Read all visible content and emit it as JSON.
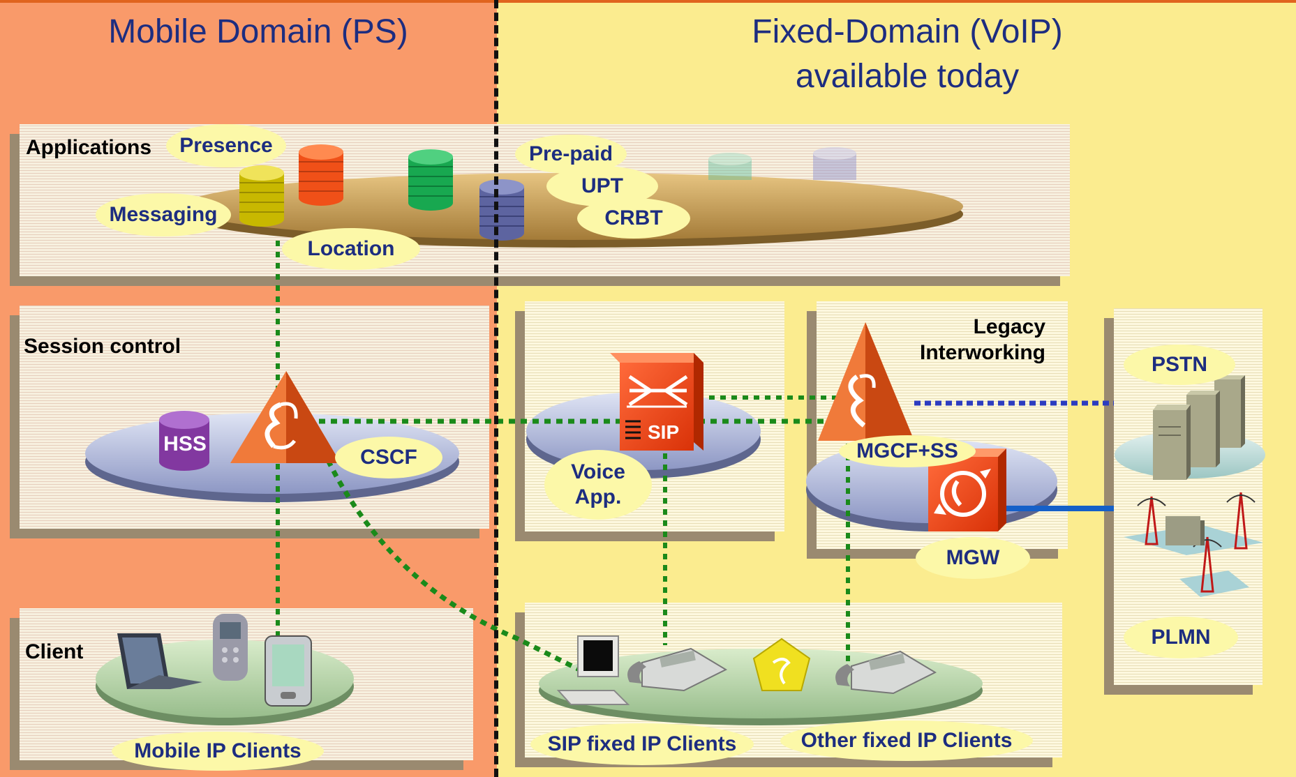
{
  "domains": {
    "mobile_title": "Mobile Domain (PS)",
    "fixed_title_line1": "Fixed-Domain (VoIP)",
    "fixed_title_line2": "available today"
  },
  "lanes": {
    "applications": "Applications",
    "session_control": "Session control",
    "client": "Client"
  },
  "applications": {
    "presence": "Presence",
    "messaging": "Messaging",
    "location": "Location",
    "prepaid": "Pre-paid",
    "upt": "UPT",
    "crbt": "CRBT"
  },
  "session": {
    "hss": "HSS",
    "cscf": "CSCF",
    "sip_badge": "SIP",
    "voice_app_line1": "Voice",
    "voice_app_line2": "App.",
    "legacy_line1": "Legacy",
    "legacy_line2": "Interworking",
    "mgcf": "MGCF+SS",
    "mgw": "MGW",
    "pstn": "PSTN",
    "plmn": "PLMN"
  },
  "clients": {
    "mobile_ip": "Mobile IP Clients",
    "sip_fixed": "SIP fixed IP Clients",
    "other_fixed": "Other fixed IP Clients"
  },
  "colors": {
    "mobile_bg": "#f99a6a",
    "fixed_bg": "#fbec8f",
    "title_text": "#1d2d80",
    "pill_bg": "#fcf8a8",
    "green_dots": "#1a8a1a",
    "blue_dots": "#2c3cc0",
    "blue_line": "#1560c8"
  },
  "icons": [
    "database-icon",
    "cscf-pyramid-icon",
    "sip-switch-icon",
    "mgcf-pyramid-icon",
    "mgw-gateway-icon",
    "server-icon",
    "antenna-icon",
    "laptop-icon",
    "mobile-phone-icon",
    "pda-icon",
    "desk-phone-icon",
    "desktop-pc-icon",
    "pentagon-client-icon"
  ]
}
